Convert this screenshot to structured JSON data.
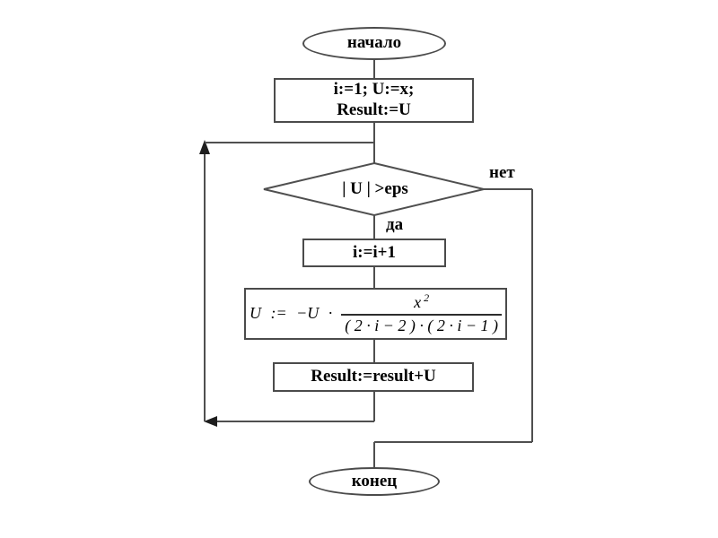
{
  "flowchart": {
    "start_label": "начало",
    "init": {
      "line1": "i:=1; U:=x;",
      "line2": "Result:=U"
    },
    "decision_label": "| U | >eps",
    "branch_yes": "да",
    "branch_no": "нет",
    "increment_label": "i:=i+1",
    "formula": {
      "lhs": "U := −U ·",
      "num_base": "x",
      "num_exp": "2",
      "denominator": "( 2 · i − 2 ) · ( 2 · i − 1 )"
    },
    "accumulate_label": "Result:=result+U",
    "end_label": "конец",
    "colors": {
      "line": "#4f4f4f",
      "text": "#000000",
      "background": "#ffffff"
    }
  }
}
